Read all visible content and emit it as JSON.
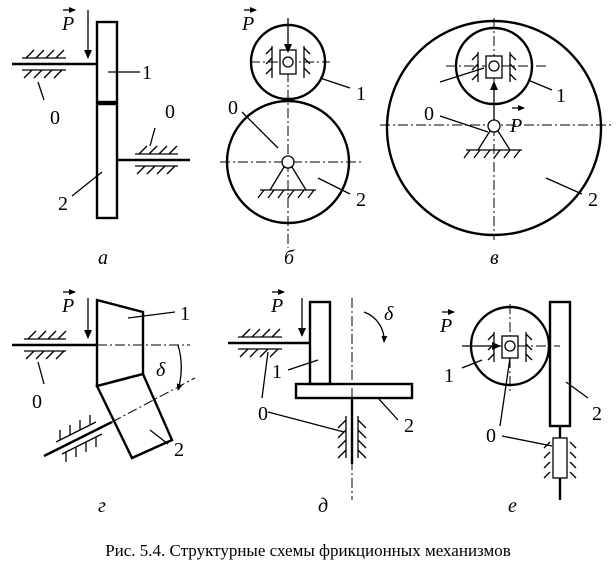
{
  "caption": "Рис. 5.4. Структурные схемы фрикционных механизмов",
  "force_symbol": "P",
  "part_labels": {
    "fixed": "0",
    "first": "1",
    "second": "2"
  },
  "angle_symbol": "δ",
  "panels": [
    {
      "id": "a",
      "letter": "а"
    },
    {
      "id": "b",
      "letter": "б"
    },
    {
      "id": "v",
      "letter": "в"
    },
    {
      "id": "g",
      "letter": "г"
    },
    {
      "id": "d",
      "letter": "д"
    },
    {
      "id": "e",
      "letter": "е"
    }
  ]
}
